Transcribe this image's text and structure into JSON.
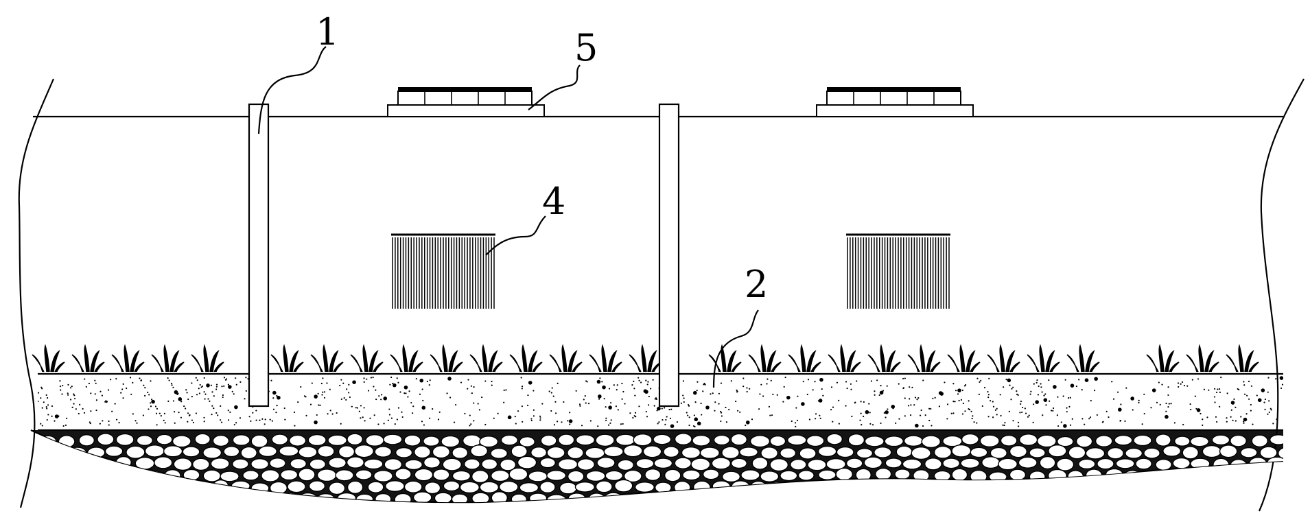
{
  "figure": {
    "callouts": [
      {
        "id": "post",
        "label": "1"
      },
      {
        "id": "ground",
        "label": "2"
      },
      {
        "id": "vent",
        "label": "4"
      },
      {
        "id": "panel",
        "label": "5"
      }
    ]
  }
}
